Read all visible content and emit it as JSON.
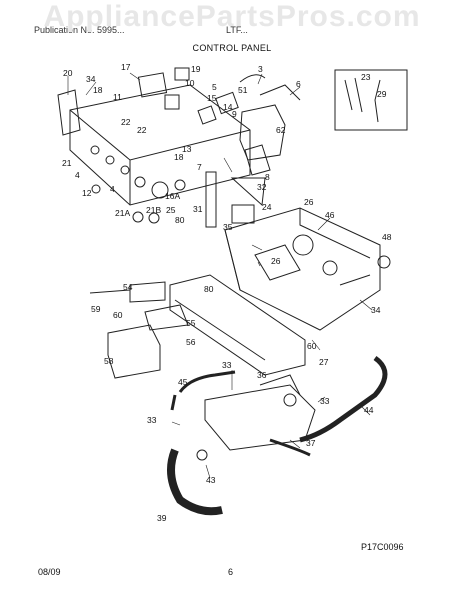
{
  "watermark": "AppliancePartsPros.com",
  "header": {
    "publication_text": "Publication No. 5995...",
    "model_text": "LTF...",
    "title": "CONTROL PANEL"
  },
  "callouts": [
    "20",
    "34",
    "18",
    "17",
    "19",
    "10",
    "3",
    "51",
    "6",
    "23",
    "29",
    "11",
    "22",
    "22",
    "15",
    "5",
    "14",
    "9",
    "62",
    "21",
    "13",
    "18",
    "7",
    "4",
    "12",
    "4",
    "16A",
    "8",
    "32",
    "21A",
    "21B",
    "25",
    "80",
    "31",
    "24",
    "26",
    "46",
    "48",
    "35",
    "26",
    "80",
    "54",
    "59",
    "60",
    "55",
    "56",
    "58",
    "34",
    "60",
    "27",
    "33",
    "45",
    "36",
    "33",
    "44",
    "33",
    "37",
    "43",
    "39"
  ],
  "footer": {
    "date": "08/09",
    "page": "6",
    "figure_code": "P17C0096"
  }
}
